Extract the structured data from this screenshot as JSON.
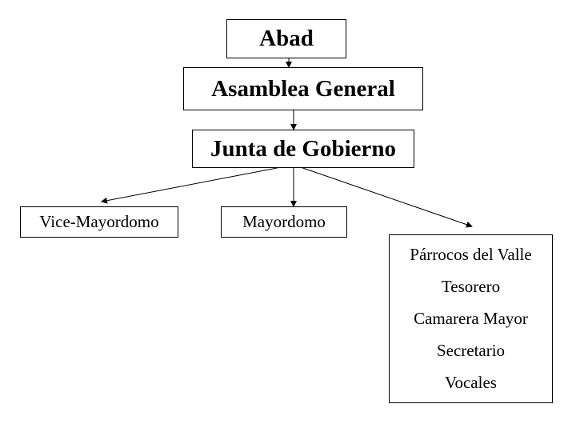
{
  "nodes": {
    "abad": "Abad",
    "asamblea": "Asamblea General",
    "junta": "Junta de Gobierno",
    "vice_mayordomo": "Vice-Mayordomo",
    "mayordomo": "Mayordomo",
    "others": [
      "Párrocos del Valle",
      "Tesorero",
      "Camarera Mayor",
      "Secretario",
      "Vocales"
    ]
  }
}
